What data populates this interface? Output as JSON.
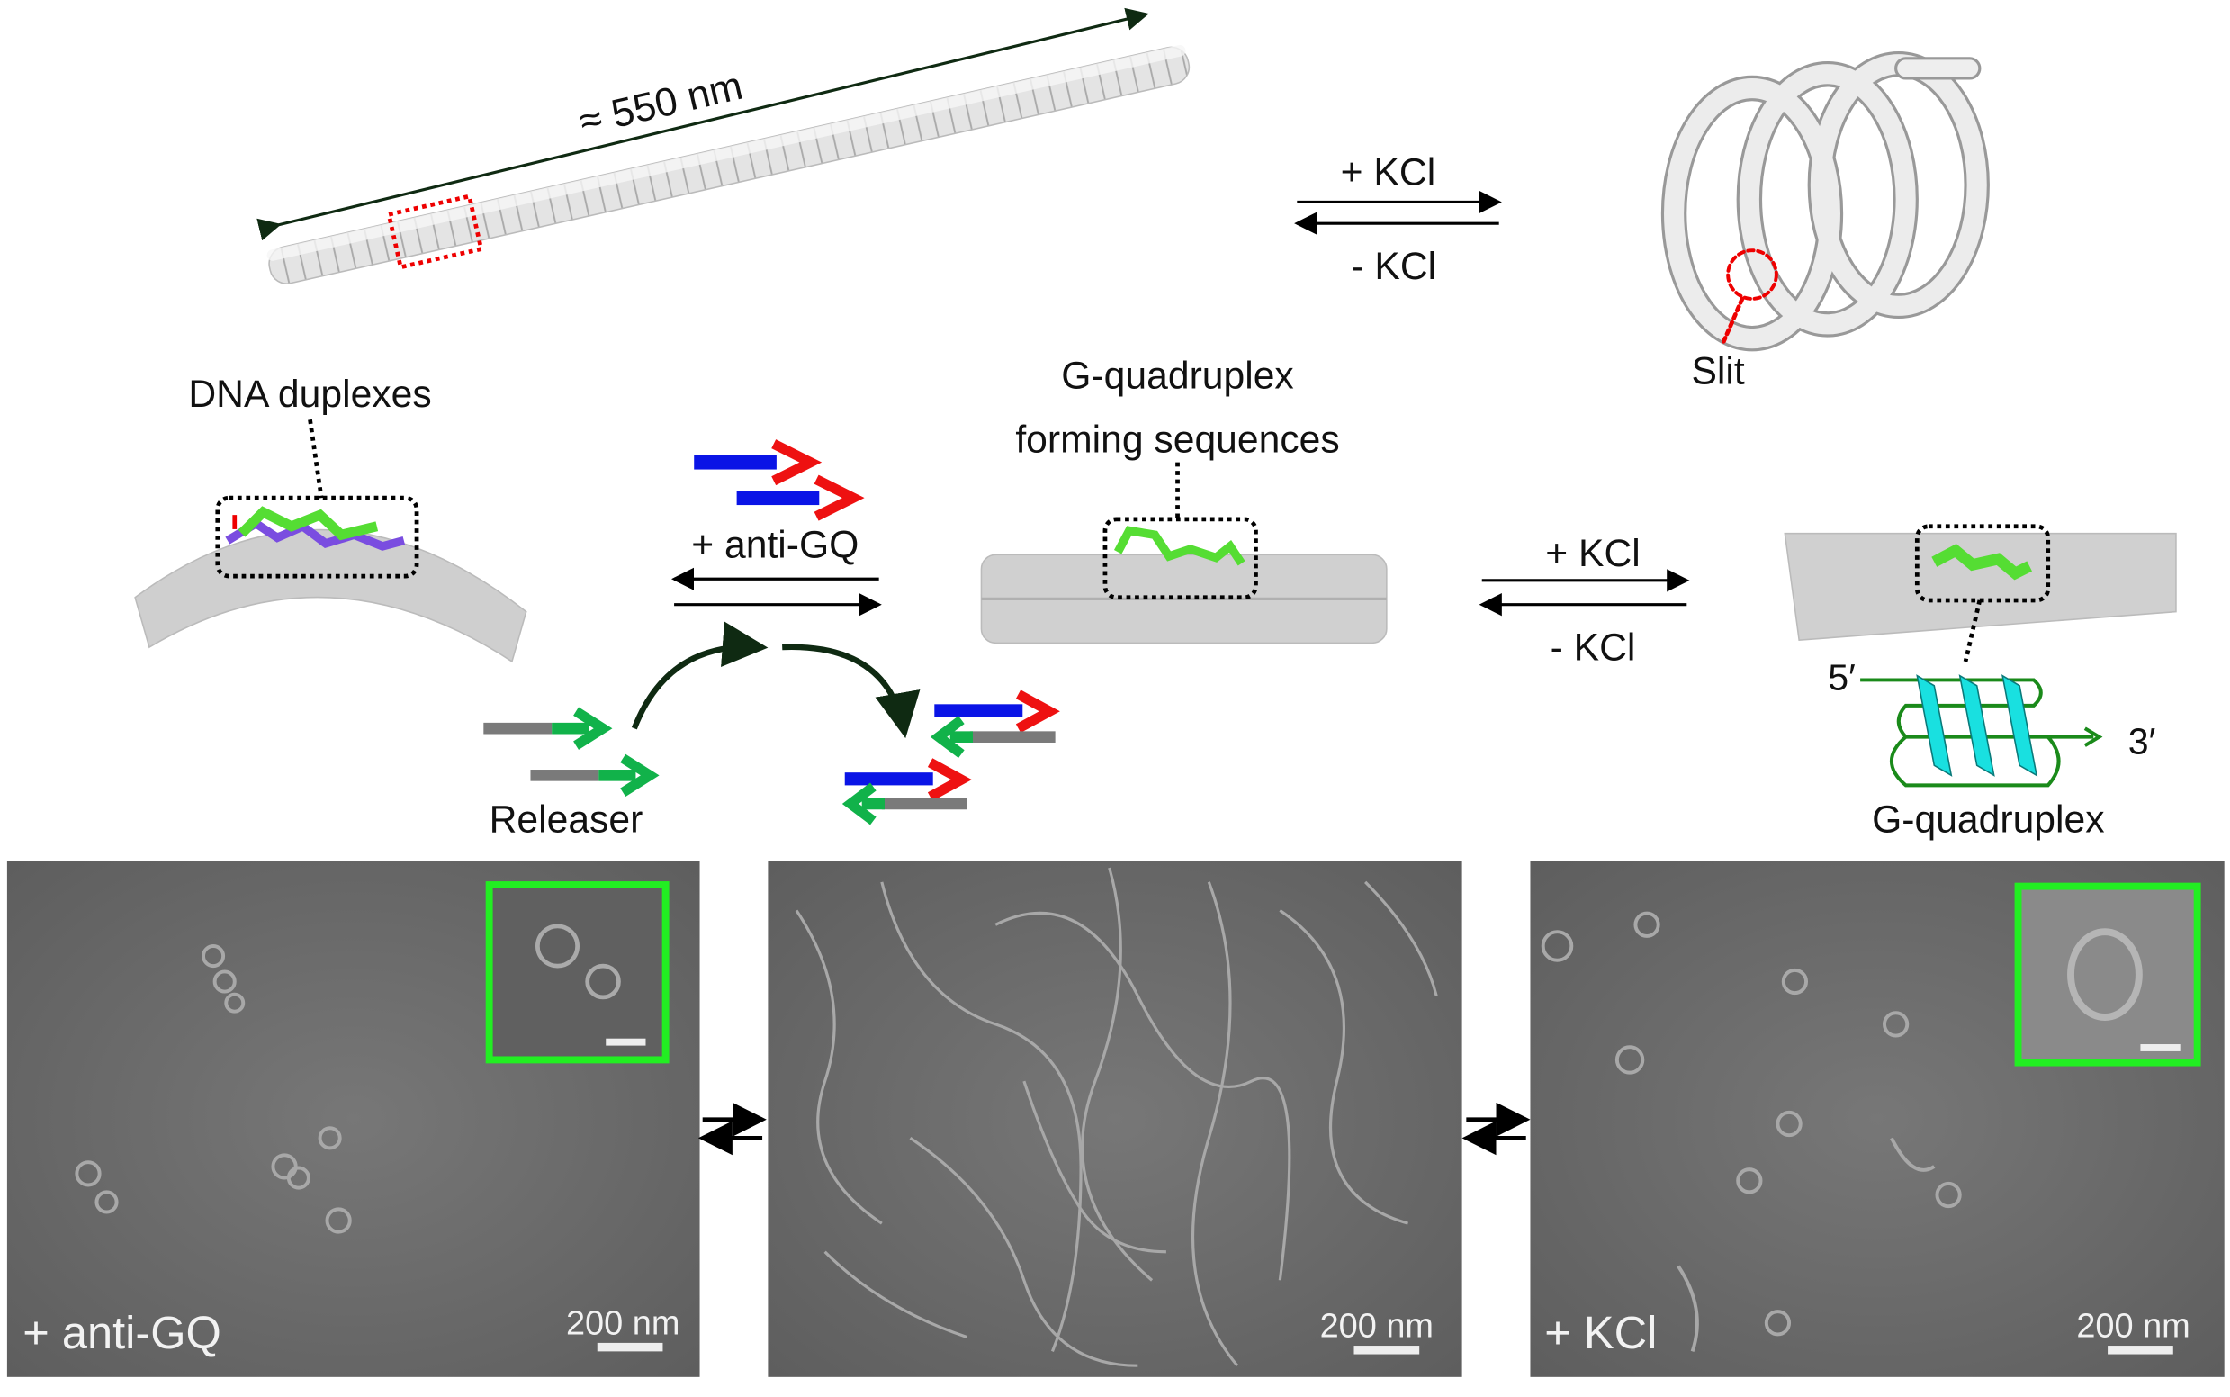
{
  "top": {
    "length_label": "≈ 550 nm",
    "add_kcl": "+ KCl",
    "remove_kcl": "- KCl",
    "slit_label": "Slit"
  },
  "middle": {
    "dna_duplexes_label": "DNA duplexes",
    "anti_gq_label": "+ anti-GQ",
    "releaser_label": "Releaser",
    "gq_forming_line1": "G-quadruplex",
    "gq_forming_line2": "forming sequences",
    "add_kcl": "+ KCl",
    "remove_kcl": "- KCl",
    "five_prime": "5′",
    "three_prime": "3′",
    "gq_label": "G-quadruplex"
  },
  "panels": [
    {
      "label": "+ anti-GQ",
      "scale": "200 nm"
    },
    {
      "label": "",
      "scale": "200 nm"
    },
    {
      "label": "+ KCl",
      "scale": "200 nm"
    }
  ],
  "colors": {
    "blue_strand": "#0a14e6",
    "red_head": "#ee1111",
    "green_strand": "#11b24a",
    "grey_strand": "#7a7a7a",
    "inset_border": "#22ee22",
    "gq_plane": "#19e0e0",
    "gq_line": "#1a8a1a",
    "dark_arrow": "#0f2a12"
  }
}
